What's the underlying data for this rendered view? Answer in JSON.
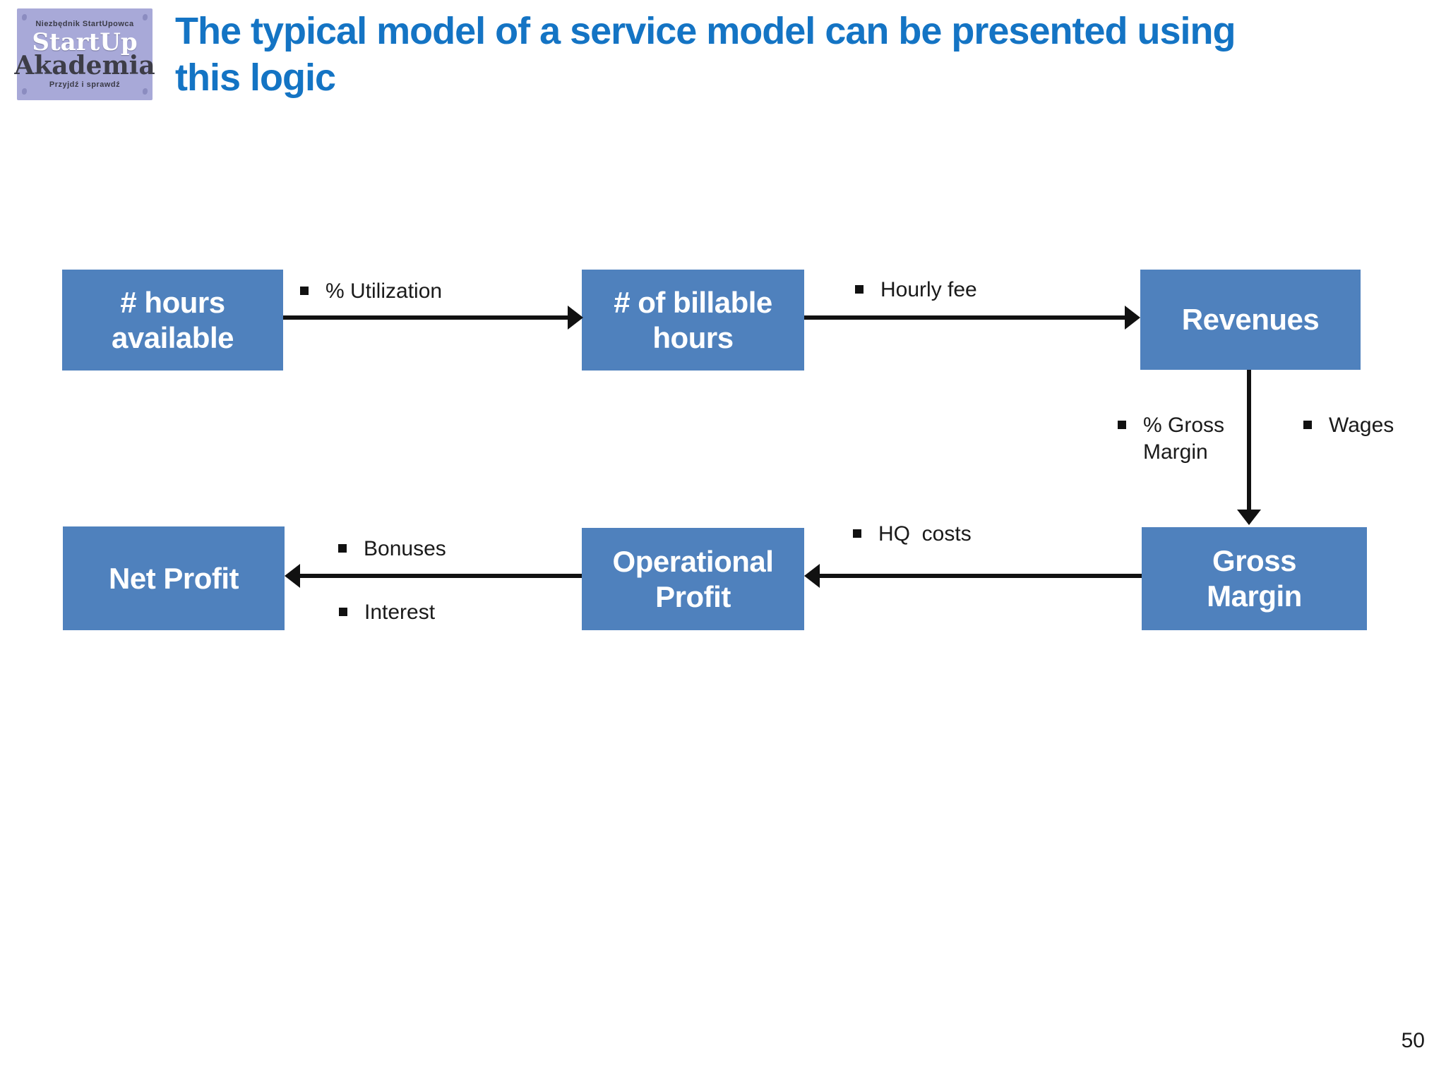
{
  "slide": {
    "title": "The typical model of a service model can be presented using\nthis logic",
    "page_number": "50"
  },
  "logo": {
    "tagline_top": "Niezbędnik StartUpowca",
    "name_line1": "StartUp",
    "name_line2": "Akademia",
    "tagline_bottom": "Przyjdź i sprawdź"
  },
  "colors": {
    "title_blue": "#1474c4",
    "box_blue": "#4f81bd",
    "box_text": "#ffffff",
    "arrow_black": "#111111",
    "logo_lavender": "#a8a9d8"
  },
  "diagram": {
    "boxes": [
      {
        "id": "hours-available",
        "label": "# hours\navailable"
      },
      {
        "id": "billable-hours",
        "label": "# of billable\nhours"
      },
      {
        "id": "revenues",
        "label": "Revenues"
      },
      {
        "id": "net-profit",
        "label": "Net Profit"
      },
      {
        "id": "operational-profit",
        "label": "Operational\nProfit"
      },
      {
        "id": "gross-margin",
        "label": "Gross\nMargin"
      }
    ],
    "edge_labels": [
      {
        "id": "utilization",
        "text": "% Utilization"
      },
      {
        "id": "hourly-fee",
        "text": "Hourly fee"
      },
      {
        "id": "gross-margin-pct",
        "text": "% Gross\nMargin"
      },
      {
        "id": "wages",
        "text": "Wages"
      },
      {
        "id": "hq-costs",
        "text": "HQ  costs"
      },
      {
        "id": "bonuses",
        "text": "Bonuses"
      },
      {
        "id": "interest",
        "text": "Interest"
      }
    ]
  }
}
